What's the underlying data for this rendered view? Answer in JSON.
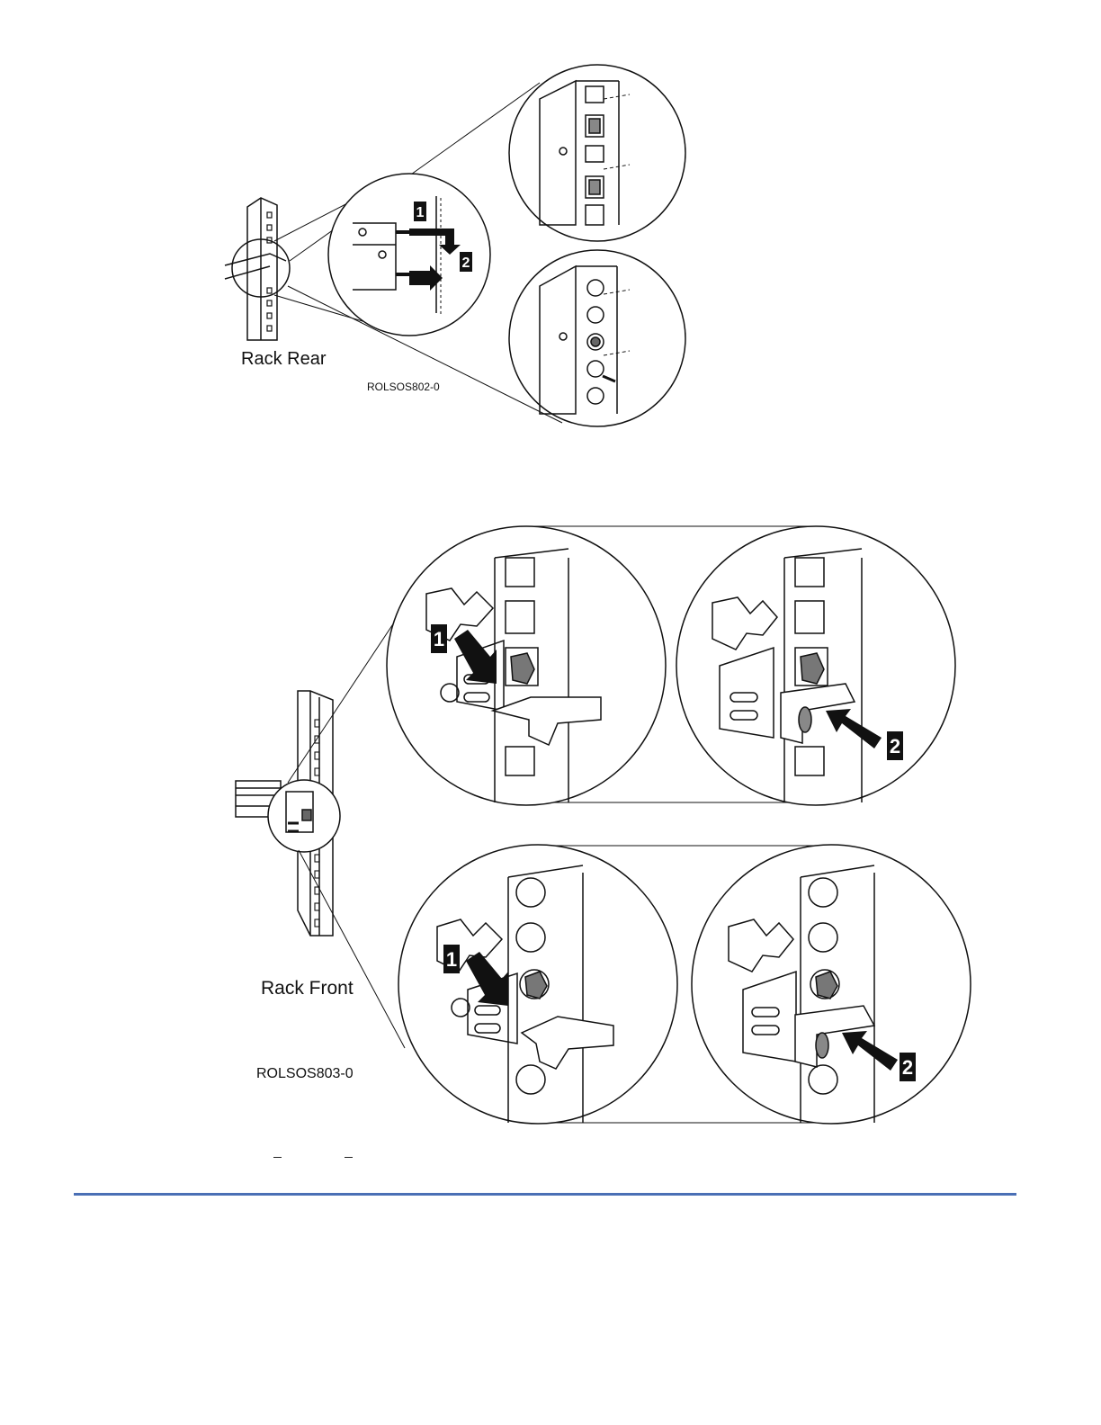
{
  "figure1": {
    "caption": "Rack Rear",
    "image_id": "ROLSOS802-0",
    "step1": "1",
    "step2": "2"
  },
  "figure2": {
    "caption": "Rack Front",
    "image_id": "ROLSOS803-0",
    "steps": [
      "1",
      "2",
      "1",
      "2"
    ]
  },
  "colors": {
    "ink": "#111111",
    "rule": "#4a6fb5"
  }
}
